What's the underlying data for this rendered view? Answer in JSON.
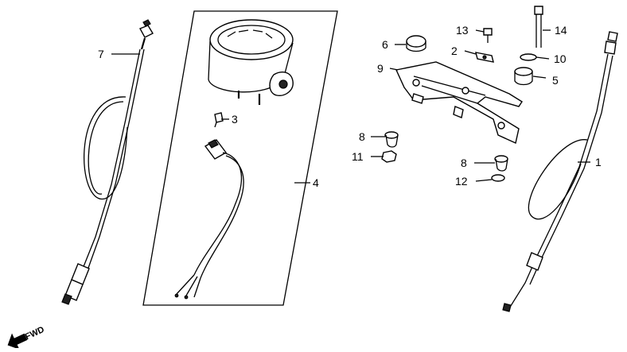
{
  "diagram": {
    "callouts": [
      {
        "id": "c7",
        "label": "7",
        "part": "speedometer-cable-left"
      },
      {
        "id": "c3",
        "label": "3",
        "part": "bulb"
      },
      {
        "id": "c4",
        "label": "4",
        "part": "speedometer-assembly"
      },
      {
        "id": "c6",
        "label": "6",
        "part": "grommet"
      },
      {
        "id": "c13",
        "label": "13",
        "part": "small-bolt"
      },
      {
        "id": "c14",
        "label": "14",
        "part": "long-bolt"
      },
      {
        "id": "c2",
        "label": "2",
        "part": "washer-plate"
      },
      {
        "id": "c10",
        "label": "10",
        "part": "washer"
      },
      {
        "id": "c9",
        "label": "9",
        "part": "bracket"
      },
      {
        "id": "c5",
        "label": "5",
        "part": "rubber-cushion"
      },
      {
        "id": "c8a",
        "label": "8",
        "part": "collar-upper"
      },
      {
        "id": "c11",
        "label": "11",
        "part": "nut"
      },
      {
        "id": "c8b",
        "label": "8",
        "part": "collar-lower"
      },
      {
        "id": "c12",
        "label": "12",
        "part": "washer-small"
      },
      {
        "id": "c1",
        "label": "1",
        "part": "speedometer-cable-right"
      }
    ],
    "fwd_label": "FWD"
  }
}
